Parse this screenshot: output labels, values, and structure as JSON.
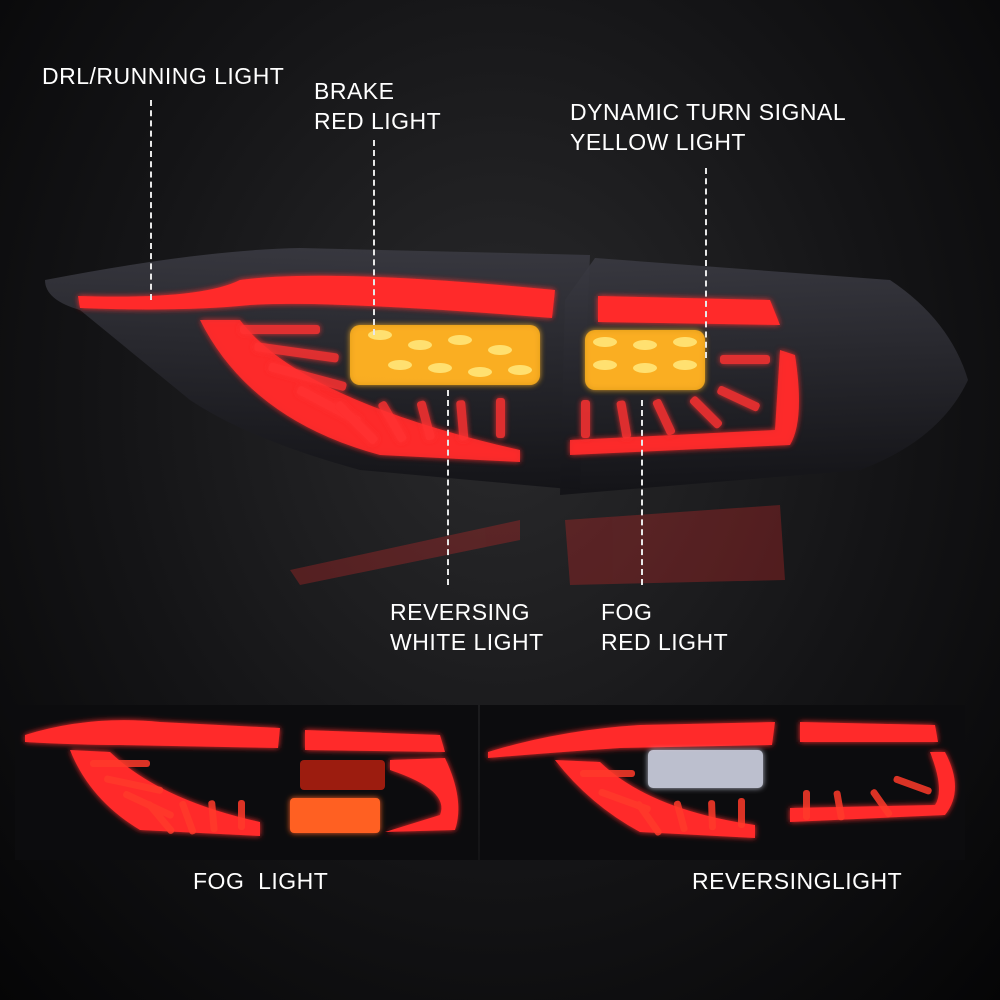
{
  "callouts": {
    "drl": {
      "line1": "DRL/RUNNING LIGHT"
    },
    "brake": {
      "line1": "BRAKE",
      "line2": "RED LIGHT"
    },
    "turn": {
      "line1": "DYNAMIC TURN SIGNAL",
      "line2": "YELLOW LIGHT"
    },
    "reversing": {
      "line1": "REVERSING",
      "line2": "WHITE LIGHT"
    },
    "fog": {
      "line1": "FOG",
      "line2": "RED LIGHT"
    }
  },
  "captions": {
    "fog_light": "FOG  LIGHT",
    "reversing_light": "REVERSINGLIGHT"
  },
  "colors": {
    "red": "#ff2a2a",
    "amber": "#ffb020",
    "white": "#e8ecff",
    "housing": "#1c1c22"
  }
}
